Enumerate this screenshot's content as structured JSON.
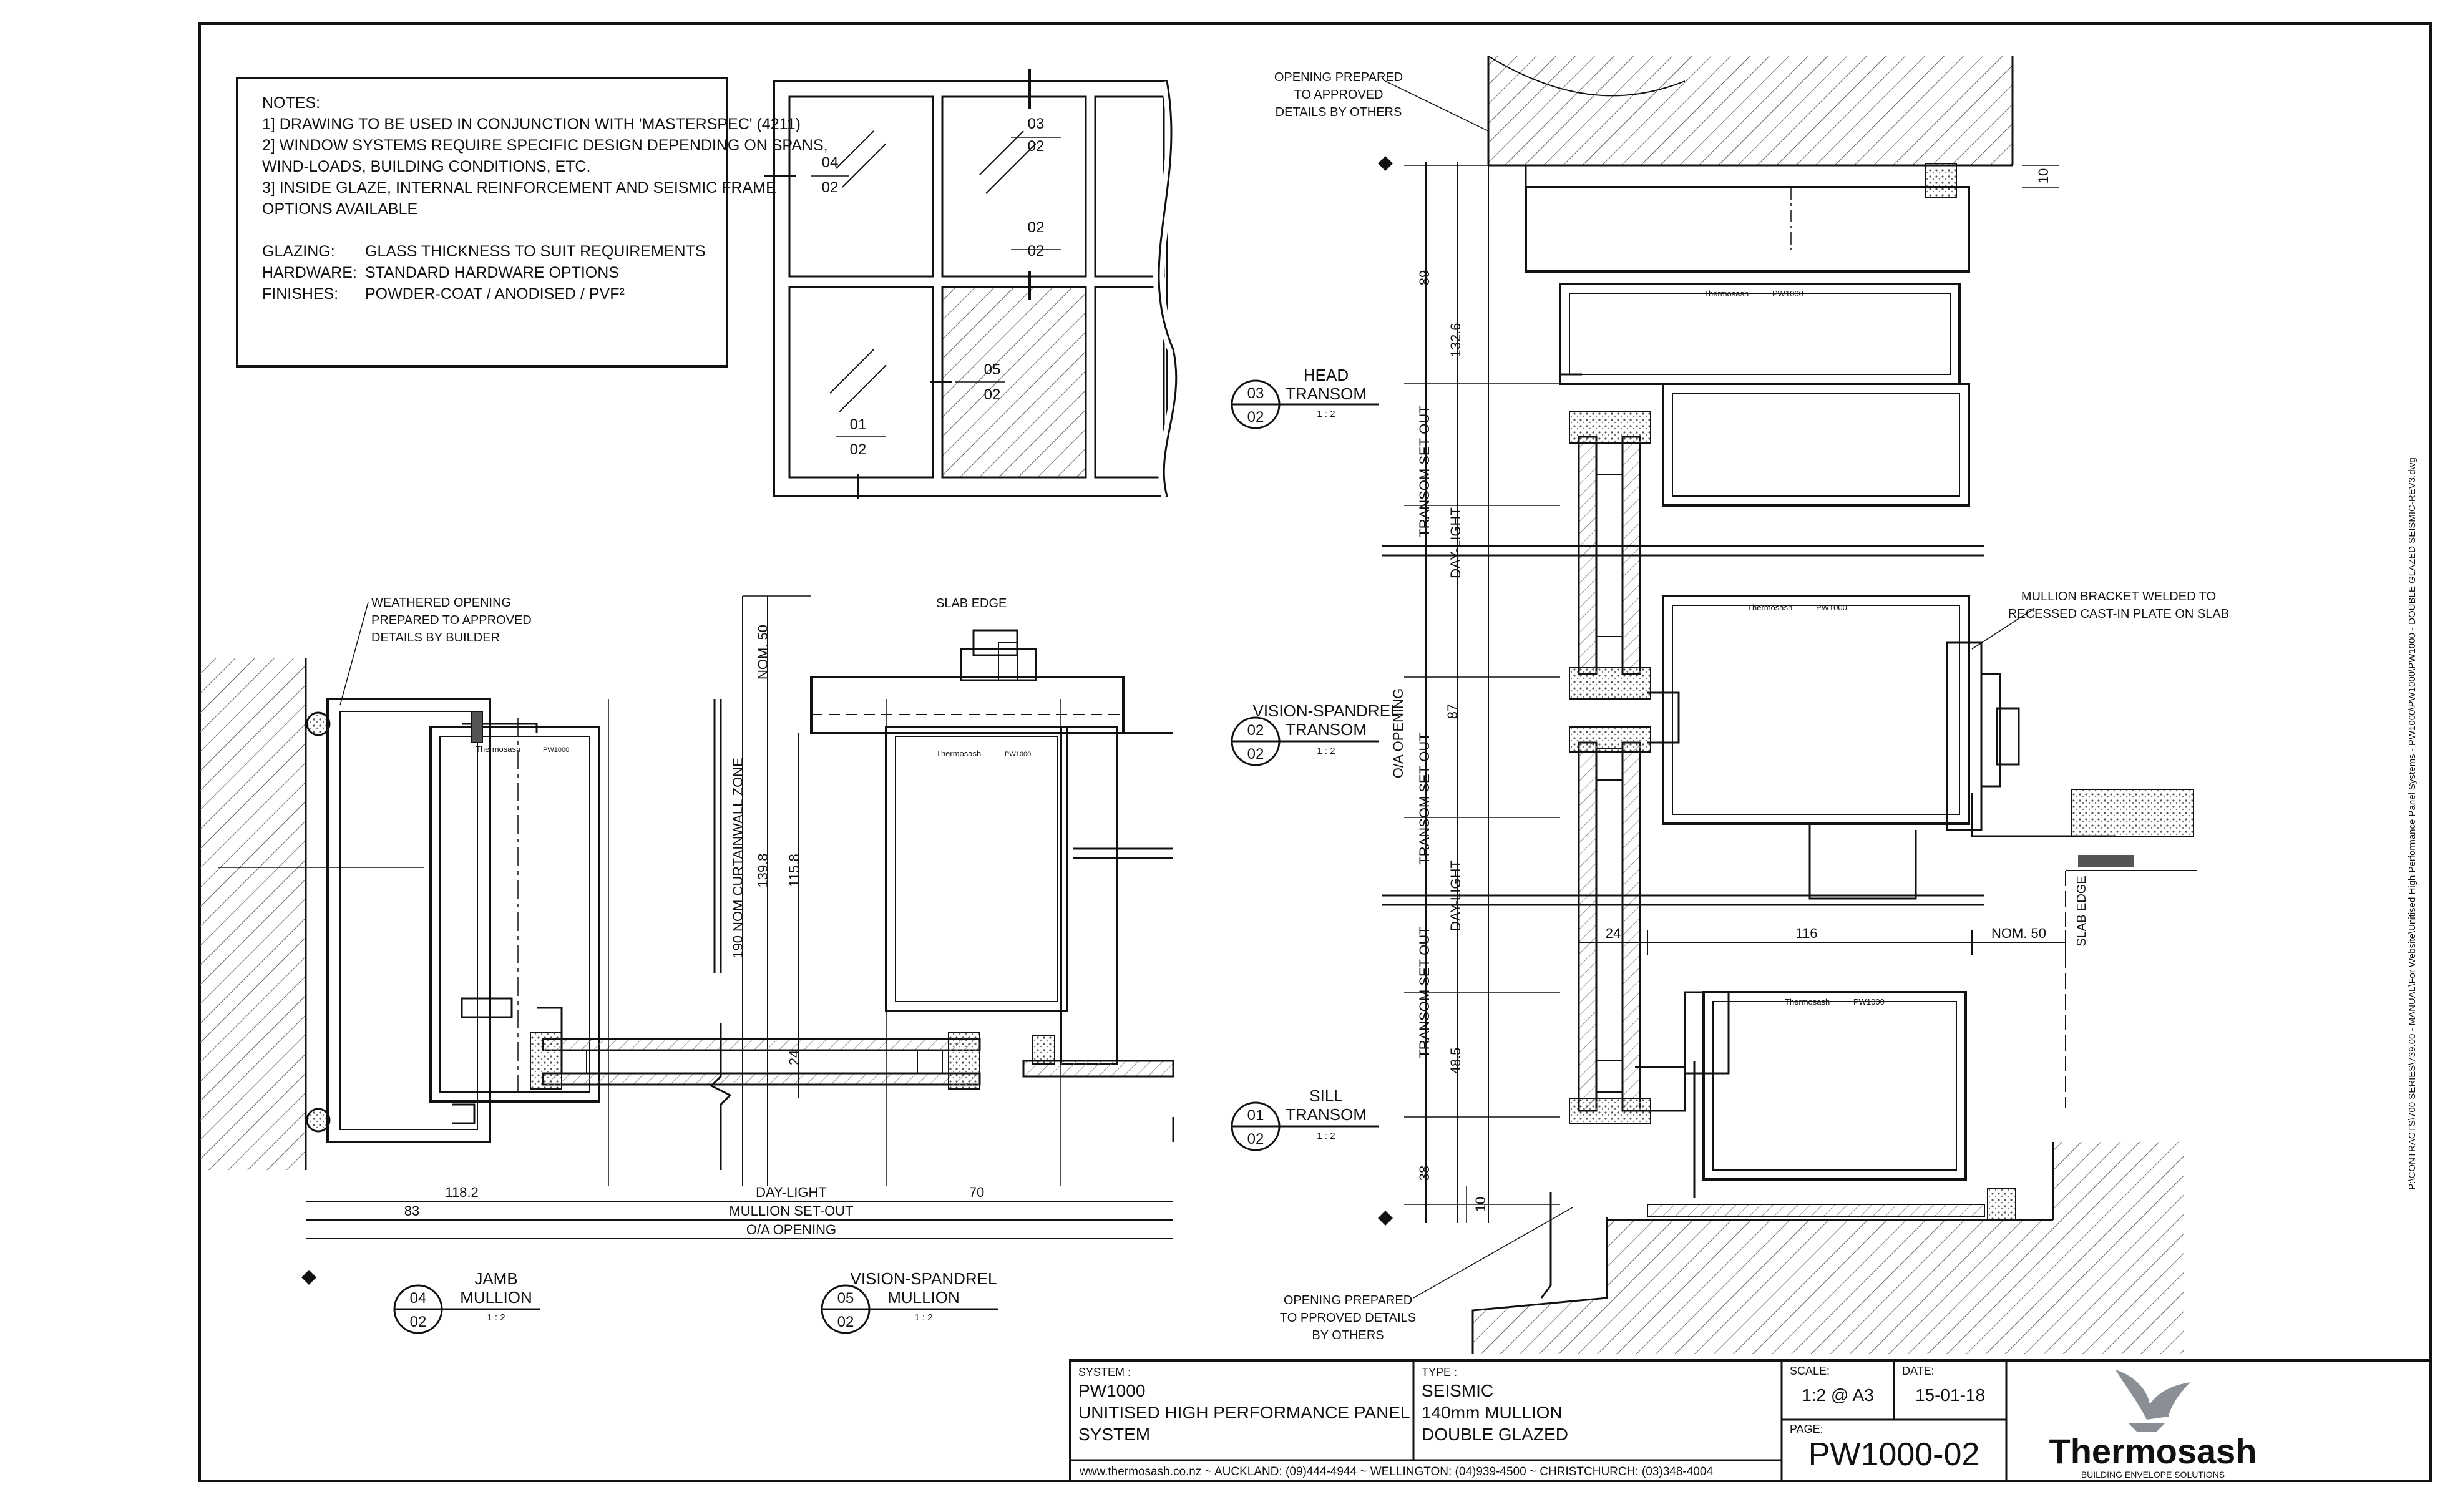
{
  "notes": {
    "title": "NOTES:",
    "lines": [
      "1] DRAWING TO BE USED IN CONJUNCTION WITH 'MASTERSPEC' (4211)",
      "2] WINDOW SYSTEMS REQUIRE SPECIFIC DESIGN DEPENDING ON SPANS,",
      "WIND-LOADS, BUILDING CONDITIONS, ETC.",
      "3] INSIDE GLAZE, INTERNAL REINFORCEMENT AND SEISMIC FRAME",
      "OPTIONS AVAILABLE"
    ],
    "glazing_label": "GLAZING:",
    "glazing_value": "GLASS THICKNESS TO SUIT REQUIREMENTS",
    "hardware_label": "HARDWARE:",
    "hardware_value": "STANDARD HARDWARE OPTIONS",
    "finishes_label": "FINISHES:",
    "finishes_value": "POWDER-COAT / ANODISED / PVF²"
  },
  "elevation_tags": [
    {
      "top": "04",
      "bottom": "02"
    },
    {
      "top": "03",
      "bottom": "02"
    },
    {
      "top": "02",
      "bottom": "02"
    },
    {
      "top": "05",
      "bottom": "02"
    },
    {
      "top": "01",
      "bottom": "02"
    }
  ],
  "annotations": {
    "weathered_opening": [
      "WEATHERED OPENING",
      "PREPARED TO APPROVED",
      "DETAILS BY BUILDER"
    ],
    "slab_edge": "SLAB EDGE",
    "opening_top": [
      "OPENING PREPARED",
      "TO APPROVED",
      "DETAILS BY OTHERS"
    ],
    "opening_bottom": [
      "OPENING PREPARED",
      "TO PPROVED DETAILS",
      "BY OTHERS"
    ],
    "mullion_bracket": [
      "MULLION BRACKET WELDED TO",
      "RECESSED CAST-IN PLATE ON SLAB"
    ],
    "slab_edge_vertical": "SLAB EDGE",
    "file_path": "P:\\CONTRACTS\\700 SERIES\\739.00 - MANUAL\\For Website\\Unitised High Performance Panel Systems - PW1000\\PW1000\\PW1000 - DOUBLE GLAZED SEISMIC-REV3.dwg",
    "brand_small": "Thermosash",
    "model_small": "PW1000"
  },
  "dimensions": {
    "plan": {
      "d1182": "118.2",
      "d70": "70",
      "d83": "83",
      "daylight": "DAY-LIGHT",
      "mullion_setout": "MULLION SET-OUT",
      "oa_opening": "O/A OPENING",
      "nom50": "NOM. 50",
      "zone": "190 NOM CURTAINWALL ZONE",
      "d1398": "139.8",
      "d1158": "115.8",
      "d24": "24"
    },
    "section": {
      "d10_top": "10",
      "d89": "89",
      "d1326": "132.6",
      "d87": "87",
      "d485": "48.5",
      "d38": "38",
      "d10_bot": "10",
      "d24": "24",
      "d116": "116",
      "nom50": "NOM. 50",
      "transom_setout": "TRANSOM SET-OUT",
      "daylight": "DAY-LIGHT",
      "oa_opening": "O/A OPENING"
    }
  },
  "section_labels": [
    {
      "name": "HEAD",
      "name2": "TRANSOM",
      "scale": "1 : 2",
      "num": "03",
      "sheet": "02"
    },
    {
      "name": "VISION-SPANDREL",
      "name2": "TRANSOM",
      "scale": "1 : 2",
      "num": "02",
      "sheet": "02"
    },
    {
      "name": "SILL",
      "name2": "TRANSOM",
      "scale": "1 : 2",
      "num": "01",
      "sheet": "02"
    },
    {
      "name": "JAMB",
      "name2": "MULLION",
      "scale": "1 : 2",
      "num": "04",
      "sheet": "02"
    },
    {
      "name": "VISION-SPANDREL",
      "name2": "MULLION",
      "scale": "1 : 2",
      "num": "05",
      "sheet": "02"
    }
  ],
  "title_block": {
    "system_label": "SYSTEM :",
    "system_lines": [
      "PW1000",
      "UNITISED HIGH PERFORMANCE PANEL",
      "SYSTEM"
    ],
    "type_label": "TYPE :",
    "type_lines": [
      "SEISMIC",
      "140mm MULLION",
      "DOUBLE GLAZED"
    ],
    "scale_label": "SCALE:",
    "scale_value": "1:2 @ A3",
    "date_label": "DATE:",
    "date_value": "15-01-18",
    "page_label": "PAGE:",
    "page_value": "PW1000-02",
    "contacts": "www.thermosash.co.nz ~ AUCKLAND: (09)444-4944 ~ WELLINGTON: (04)939-4500 ~ CHRISTCHURCH: (03)348-4004",
    "logo_name": "Thermosash",
    "logo_tagline": "BUILDING ENVELOPE SOLUTIONS",
    "brand_color": "#1f4f8a",
    "logo_icon": "bird-logo-icon"
  }
}
